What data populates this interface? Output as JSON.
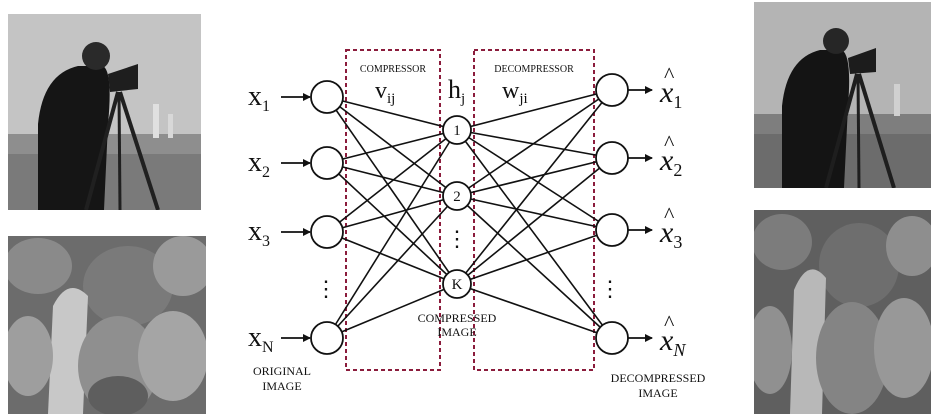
{
  "labels": {
    "compressor": "COMPRESSOR",
    "decompressor": "DECOMPRESSOR",
    "encoder_weight_base": "v",
    "encoder_weight_sub": "ij",
    "hidden_base": "h",
    "hidden_sub": "j",
    "decoder_weight_base": "w",
    "decoder_weight_sub": "ji",
    "original_line1": "ORIGINAL",
    "original_line2": "IMAGE",
    "compressed_line1": "COMPRESSED",
    "compressed_line2": "IMAGE",
    "decompressed_line1": "DECOMPRESSED",
    "decompressed_line2": "IMAGE",
    "ellipsis": "⋮"
  },
  "inputs": [
    {
      "base": "x",
      "sub": "1"
    },
    {
      "base": "x",
      "sub": "2"
    },
    {
      "base": "x",
      "sub": "3"
    },
    {
      "base": "x",
      "sub": "N"
    }
  ],
  "hidden_nodes": [
    "1",
    "2",
    "K"
  ],
  "outputs": [
    {
      "base": "x",
      "hat": "^",
      "sub": "1"
    },
    {
      "base": "x",
      "hat": "^",
      "sub": "2"
    },
    {
      "base": "x",
      "hat": "^",
      "sub": "3"
    },
    {
      "base": "x",
      "hat": "^",
      "sub": "N"
    }
  ],
  "colors": {
    "box_border": "#8b1c3c",
    "line": "#111111",
    "node_fill": "#ffffff"
  },
  "images": {
    "left_top": "cameraman-photo",
    "left_bottom": "peppers-photo",
    "right_top": "cameraman-photo-reconstructed",
    "right_bottom": "peppers-photo-reconstructed"
  }
}
